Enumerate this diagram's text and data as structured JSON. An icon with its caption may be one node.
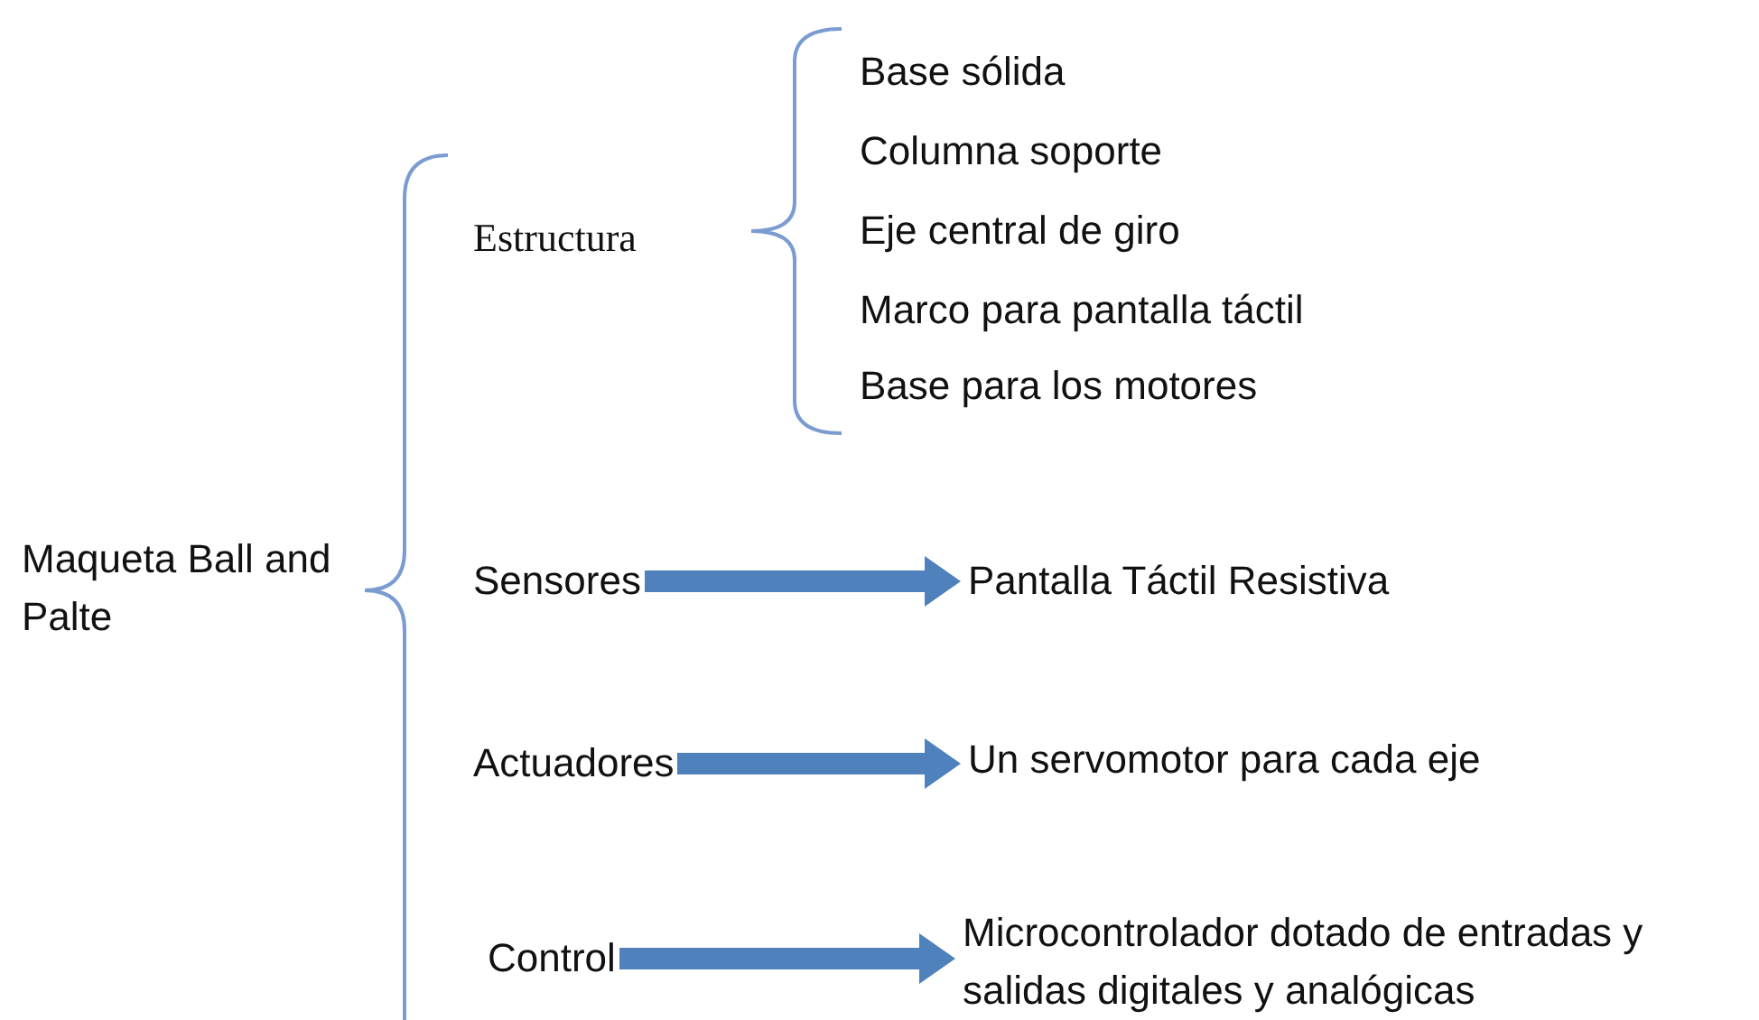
{
  "diagram": {
    "nodes": [
      {
        "text": [
          "Sensores"
        ]
      },
      {
        "text": [
          "Pantalla Táctil Resistiva"
        ]
      },
      {
        "text": [
          "Actuadores"
        ]
      },
      {
        "text": [
          "Un servomotor para cada eje"
        ]
      },
      {
        "text": [
          "Control"
        ]
      },
      {
        "text": [
          "Microcontrolador dotado de entradas y salidas digitales y analógicas"
        ]
      }
    ],
    "edges": [
      {
        "from": 0,
        "to": 1,
        "arrow": "to"
      },
      {
        "from": 2,
        "to": 3,
        "arrow": "to"
      },
      {
        "from": 4,
        "to": 5,
        "arrow": "to"
      }
    ],
    "labels": [
      "Base sólida",
      "Columna soporte",
      "Estructura",
      "Eje central de giro",
      "Marco para pantalla táctil",
      "Base para los motores",
      "Maqueta Ball and Palte"
    ]
  }
}
